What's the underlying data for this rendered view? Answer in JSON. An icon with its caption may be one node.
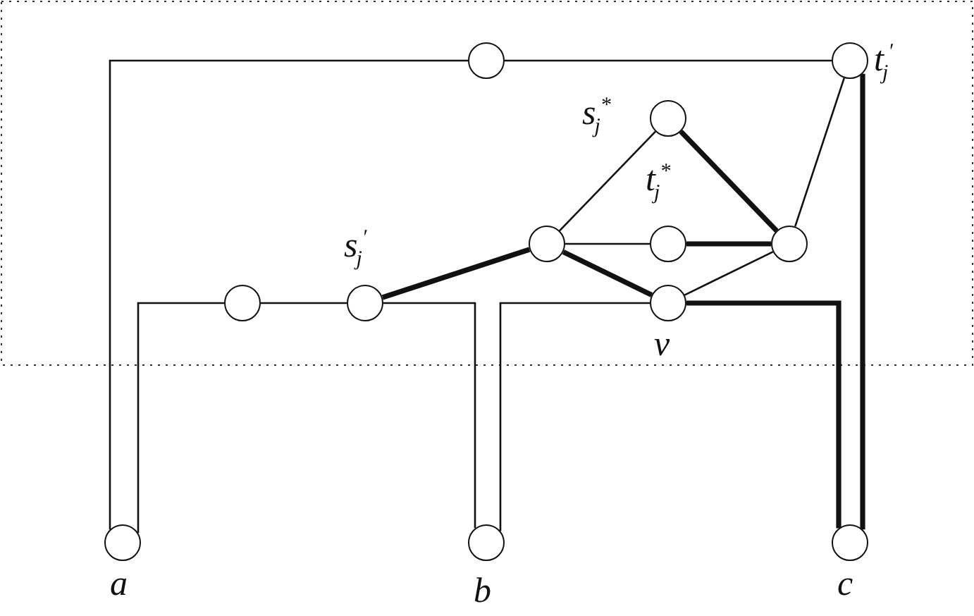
{
  "diagram": {
    "nodes": [
      {
        "text": [],
        "shape": "circle"
      },
      {
        "text": [],
        "shape": "circle",
        "beside": [
          "t$_{j}$$^{′}$"
        ]
      },
      {
        "text": [],
        "shape": "circle",
        "beside": [
          "s$_{j}$$^{*}$"
        ]
      },
      {
        "text": [],
        "shape": "circle"
      },
      {
        "text": [],
        "shape": "circle",
        "beside": [
          "t$_{j}$$^{*}$"
        ]
      },
      {
        "text": [],
        "shape": "circle"
      },
      {
        "text": [],
        "shape": "circle"
      },
      {
        "text": [],
        "shape": "circle",
        "beside": [
          "s$_{j}$$^{′}$"
        ]
      },
      {
        "text": [],
        "shape": "circle",
        "beside": [
          "v"
        ]
      },
      {
        "text": [],
        "shape": "circle",
        "beside": [
          "a"
        ]
      },
      {
        "text": [],
        "shape": "circle",
        "beside": [
          "b"
        ]
      },
      {
        "text": [],
        "shape": "circle",
        "beside": [
          "c"
        ]
      }
    ],
    "edges": [
      {
        "from": 9,
        "to": 0,
        "arrow": "none"
      },
      {
        "from": 0,
        "to": 1,
        "arrow": "none"
      },
      {
        "from": 1,
        "to": 11,
        "arrow": "none",
        "style": "thick"
      },
      {
        "from": 1,
        "to": 5,
        "arrow": "none"
      },
      {
        "from": 2,
        "to": 3,
        "arrow": "none"
      },
      {
        "from": 2,
        "to": 5,
        "arrow": "none",
        "style": "thick"
      },
      {
        "from": 3,
        "to": 4,
        "arrow": "none"
      },
      {
        "from": 4,
        "to": 5,
        "arrow": "none",
        "style": "thick"
      },
      {
        "from": 3,
        "to": 8,
        "arrow": "none",
        "style": "thick"
      },
      {
        "from": 8,
        "to": 5,
        "arrow": "none"
      },
      {
        "from": 7,
        "to": 3,
        "arrow": "none",
        "style": "thick"
      },
      {
        "from": 9,
        "to": 6,
        "arrow": "none"
      },
      {
        "from": 6,
        "to": 7,
        "arrow": "none"
      },
      {
        "from": 7,
        "to": 10,
        "arrow": "none"
      },
      {
        "from": 10,
        "to": 8,
        "arrow": "none"
      },
      {
        "from": 8,
        "to": 11,
        "arrow": "none",
        "style": "thick"
      }
    ]
  }
}
